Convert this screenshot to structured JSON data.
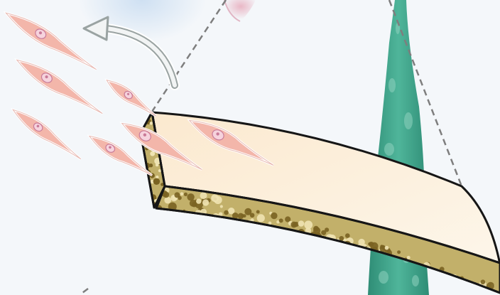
{
  "figure": {
    "description_labels": [],
    "colors": {
      "background": "#f4f7fa",
      "cell_fill": "#f3b6aa",
      "cell_edge": "#d98c80",
      "nucleus_fill": "#f6d3dd",
      "nucleus_edge": "#c97a98",
      "strip_top": "#fbefdb",
      "strip_edge": "#161616",
      "porous_fill": "#c2b06a",
      "pore_dark": "#7a6322",
      "pore_light": "#efe3b2",
      "teal_tissue": "#3b9d84",
      "arrow": "#9aa3a2",
      "dashed_line": "#7e7e7e",
      "top_pink": "#e8b0c0",
      "top_blue": "#c8dcf1"
    },
    "elements": {
      "cells": [
        "cell-1",
        "cell-2",
        "cell-3",
        "cell-4",
        "cell-5",
        "cell-6",
        "cell-7",
        "cell-8"
      ],
      "scaffold": "porous-scaffold-strip",
      "migration_arrow": "curved-arrow",
      "background_tissue": "teal-tissue-column"
    }
  }
}
